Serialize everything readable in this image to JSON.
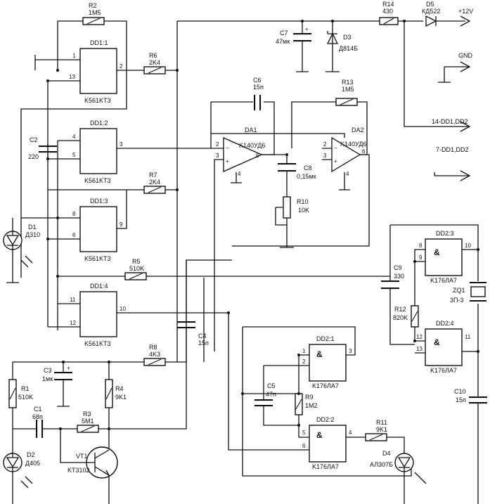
{
  "chips": {
    "dd11": {
      "name": "DD1:1",
      "part": "K561KT3",
      "pins": [
        "1",
        "13",
        "2"
      ]
    },
    "dd12": {
      "name": "DD1:2",
      "part": "K561KT3",
      "pins": [
        "4",
        "5",
        "3"
      ]
    },
    "dd13": {
      "name": "DD1:3",
      "part": "K561KT3",
      "pins": [
        "8",
        "6",
        "9"
      ]
    },
    "dd14": {
      "name": "DD1:4",
      "part": "K561KT3",
      "pins": [
        "11",
        "12",
        "10"
      ]
    },
    "dd21": {
      "name": "DD2:1",
      "part": "K176ЛA7",
      "pins": [
        "1",
        "2",
        "3"
      ],
      "symbol": "&"
    },
    "dd22": {
      "name": "DD2:2",
      "part": "K176ЛA7",
      "pins": [
        "5",
        "6",
        "4"
      ],
      "symbol": "&"
    },
    "dd23": {
      "name": "DD2:3",
      "part": "K176ЛA7",
      "pins": [
        "8",
        "9",
        "10"
      ],
      "symbol": "&"
    },
    "dd24": {
      "name": "DD2:4",
      "part": "K176ЛA7",
      "pins": [
        "12",
        "13",
        "11"
      ],
      "symbol": "&"
    }
  },
  "opamps": {
    "da1": {
      "name": "DA1",
      "part": "K140УД6",
      "pins": [
        "2",
        "3",
        "6",
        "4"
      ]
    },
    "da2": {
      "name": "DA2",
      "part": "K140УД6",
      "pins": [
        "2",
        "3",
        "6",
        "4"
      ]
    }
  },
  "resistors": {
    "r1": {
      "name": "R1",
      "value": "510K"
    },
    "r2": {
      "name": "R2",
      "value": "1M5"
    },
    "r3": {
      "name": "R3",
      "value": "5M1"
    },
    "r4": {
      "name": "R4",
      "value": "9K1"
    },
    "r5": {
      "name": "R5",
      "value": "510K"
    },
    "r6": {
      "name": "R6",
      "value": "2K4"
    },
    "r7": {
      "name": "R7",
      "value": "2K4"
    },
    "r8": {
      "name": "R8",
      "value": "4K3"
    },
    "r9": {
      "name": "R9",
      "value": "1M2"
    },
    "r10": {
      "name": "R10",
      "value": "10K"
    },
    "r11": {
      "name": "R11",
      "value": "9K1"
    },
    "r12": {
      "name": "R12",
      "value": "820K"
    },
    "r13": {
      "name": "R13",
      "value": "1M5"
    },
    "r14": {
      "name": "R14",
      "value": "430"
    }
  },
  "capacitors": {
    "c1": {
      "name": "C1",
      "value": "68п"
    },
    "c2": {
      "name": "C2",
      "value": "220"
    },
    "c3": {
      "name": "C3",
      "value": "1мк"
    },
    "c4": {
      "name": "C4",
      "value": "15п"
    },
    "c5": {
      "name": "C5",
      "value": "47п"
    },
    "c6": {
      "name": "C6",
      "value": "15п"
    },
    "c7": {
      "name": "C7",
      "value": "47мк"
    },
    "c8": {
      "name": "C8",
      "value": "0,15мк"
    },
    "c9": {
      "name": "C9",
      "value": "330"
    },
    "c10": {
      "name": "C10",
      "value": "15п"
    }
  },
  "diodes": {
    "d1": {
      "name": "D1",
      "part": "Д310"
    },
    "d2": {
      "name": "D2",
      "part": "Д405"
    },
    "d3": {
      "name": "D3",
      "part": "Д814Б"
    },
    "d4": {
      "name": "D4",
      "part": "АЛ307Б"
    },
    "d5": {
      "name": "D5",
      "part": "КД522"
    }
  },
  "transistor": {
    "name": "VT1",
    "part": "KT3102"
  },
  "piezo": {
    "name": "ZQ1",
    "part": "3П-3"
  },
  "rails": {
    "supply": "+12V",
    "ground": "GND",
    "pin14": "14-DD1,DD2",
    "pin7": "7-DD1,DD2"
  },
  "symbols": {
    "plus": "+",
    "minus": "−"
  }
}
